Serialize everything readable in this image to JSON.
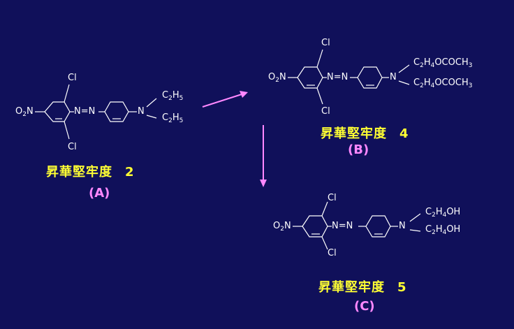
{
  "molecules": {
    "a": {
      "cl_top": "Cl",
      "cl_bottom": "Cl",
      "nitro": {
        "o": "O",
        "two": "2",
        "n": "N"
      },
      "azo": "N=N",
      "amine_n": "N",
      "sub1": {
        "c": "C",
        "c_num": "2",
        "h": "H",
        "h_num": "5"
      },
      "sub2": {
        "c": "C",
        "c_num": "2",
        "h": "H",
        "h_num": "5"
      },
      "caption": "昇華堅牢度",
      "caption_num": "2",
      "tag": "(A)"
    },
    "b": {
      "cl_top": "Cl",
      "cl_bottom": "Cl",
      "nitro": {
        "o": "O",
        "two": "2",
        "n": "N"
      },
      "azo": "N=N",
      "amine_n": "N",
      "sub1": {
        "c": "C",
        "c_num": "2",
        "h": "H",
        "h_num": "4",
        "rest": "OCOCH",
        "rest_num": "3"
      },
      "sub2": {
        "c": "C",
        "c_num": "2",
        "h": "H",
        "h_num": "4",
        "rest": "OCOCH",
        "rest_num": "3"
      },
      "caption": "昇華堅牢度",
      "caption_num": "4",
      "tag": "(B)"
    },
    "c": {
      "cl_top": "Cl",
      "cl_bottom": "Cl",
      "nitro": {
        "o": "O",
        "two": "2",
        "n": "N"
      },
      "azo": "N=N",
      "amine_n": "N",
      "sub1": {
        "c": "C",
        "c_num": "2",
        "h": "H",
        "h_num": "4",
        "rest": "OH"
      },
      "sub2": {
        "c": "C",
        "c_num": "2",
        "h": "H",
        "h_num": "4",
        "rest": "OH"
      },
      "caption": "昇華堅牢度",
      "caption_num": "5",
      "tag": "(C)"
    }
  },
  "colors": {
    "background": "#10105a",
    "caption": "#ffff33",
    "tag": "#ff88ff",
    "arrow": "#ff88ff",
    "structure": "#ffffff"
  }
}
